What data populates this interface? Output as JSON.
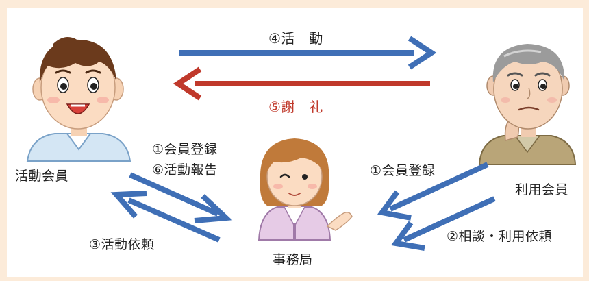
{
  "nodes": {
    "activity_member": "活動会員",
    "user_member": "利用会員",
    "office": "事務局"
  },
  "edges": {
    "activity": "④活　動",
    "thanks": "⑤謝　礼",
    "register_left": "①会員登録",
    "report": "⑥活動報告",
    "request_activity": "③活動依頼",
    "register_right": "①会員登録",
    "consult": "②相談・利用依頼"
  },
  "colors": {
    "blue_arrow": "#3f6fb6",
    "red_arrow": "#c0392b",
    "background": "#fcebd9"
  }
}
